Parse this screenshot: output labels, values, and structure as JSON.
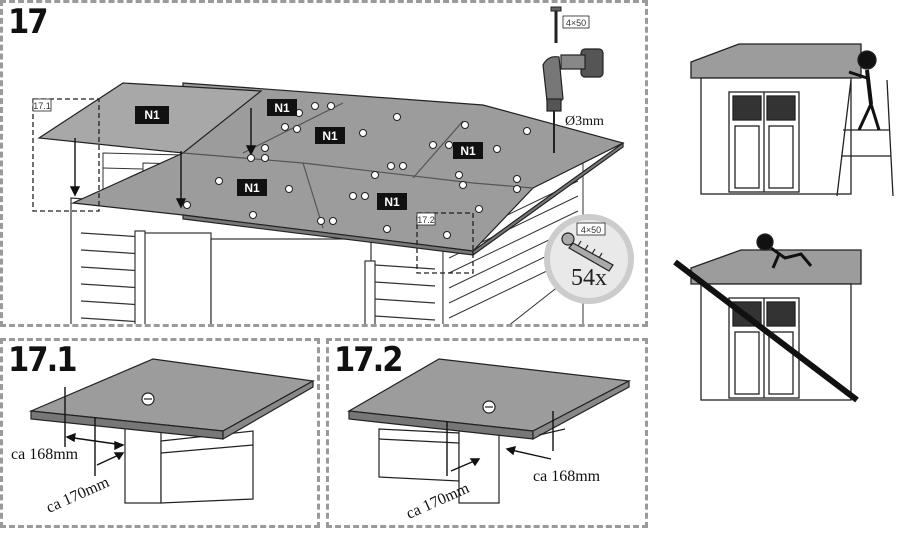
{
  "steps": {
    "main": "17",
    "detail_left": "17.1",
    "detail_right": "17.2"
  },
  "main_panel": {
    "panel_tags": [
      "N1",
      "N1",
      "N1",
      "N1",
      "N1",
      "N1"
    ],
    "ref_left": "17.1",
    "ref_right": "17.2",
    "drill_bit": "Ø3mm",
    "screw_top_size": "4×50",
    "screw_circle_size": "4×50",
    "screw_count": "54x"
  },
  "detail_left": {
    "dim_a": "ca 168mm",
    "dim_b": "ca 170mm"
  },
  "detail_right": {
    "dim_a": "ca 168mm",
    "dim_b": "ca 170mm"
  },
  "side_figures": {
    "correct": "person on ladder screwing roof from outside",
    "incorrect": "person on roof — prohibited"
  }
}
